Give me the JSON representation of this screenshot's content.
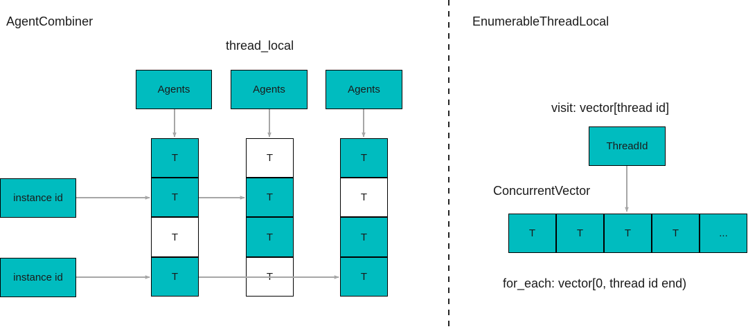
{
  "colors": {
    "cell_fill": "#00bcbf",
    "cell_empty": "#ffffff",
    "border": "#000000",
    "arrow": "#a6a6a6",
    "divider": "#222222"
  },
  "left": {
    "title": "AgentCombiner",
    "thread_local_label": "thread_local",
    "agents": [
      "Agents",
      "Agents",
      "Agents"
    ],
    "columns": [
      {
        "cells": [
          "T",
          "T",
          "T",
          "T"
        ],
        "filled": [
          true,
          true,
          false,
          true
        ]
      },
      {
        "cells": [
          "T",
          "T",
          "T",
          "T"
        ],
        "filled": [
          false,
          true,
          true,
          false
        ]
      },
      {
        "cells": [
          "T",
          "T",
          "T",
          "T"
        ],
        "filled": [
          true,
          false,
          true,
          true
        ]
      }
    ],
    "instances": [
      "instance id",
      "instance id"
    ]
  },
  "right": {
    "title": "EnumerableThreadLocal",
    "visit_label": "visit: vector[thread id]",
    "thread_id_label": "ThreadId",
    "vector_label": "ConcurrentVector",
    "vector_cells": [
      "T",
      "T",
      "T",
      "T",
      "..."
    ],
    "for_each_label": "for_each: vector[0, thread id end)"
  }
}
